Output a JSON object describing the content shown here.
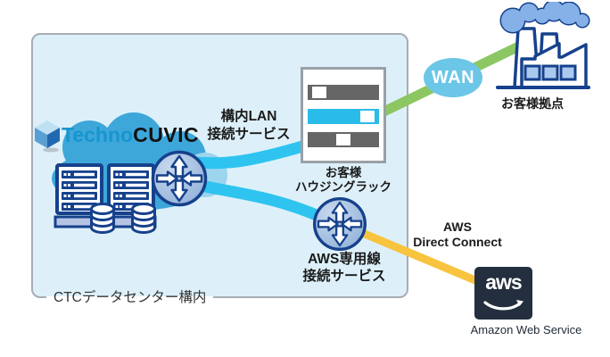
{
  "zone": {
    "label": "CTCデータセンター構内"
  },
  "logo": {
    "part1": "Techno",
    "part2": "CUVIC"
  },
  "wan": {
    "label": "WAN"
  },
  "labels": {
    "lan_line1": "構内LAN",
    "lan_line2": "接続サービス",
    "housing_line1": "お客様",
    "housing_line2": "ハウジングラック",
    "aws_line_line1": "AWS専用線",
    "aws_line_line2": "接続サービス",
    "dc_line1": "AWS",
    "dc_line2": "Direct Connect",
    "customer_site": "お客様拠点"
  },
  "aws": {
    "logo": "aws",
    "caption": "Amazon Web Service"
  },
  "colors": {
    "box-fill": "#ddf0f9",
    "box-border": "#a6adb3",
    "cyan-line": "#2ec4ef",
    "green-line": "#8cc763",
    "orange-line": "#f8c33e",
    "navy": "#16418c",
    "cloud-blue": "#3ea7da",
    "cloud-light": "#9dd4ee",
    "wan-fill": "#6cc6e7",
    "aws-dark": "#232f3e",
    "bar-gray": "#666666",
    "bar-cyan": "#29bce9",
    "factory-light": "#a9c9ef",
    "smoke-blue": "#85b1e8",
    "text-dark": "#1a1a1a"
  }
}
